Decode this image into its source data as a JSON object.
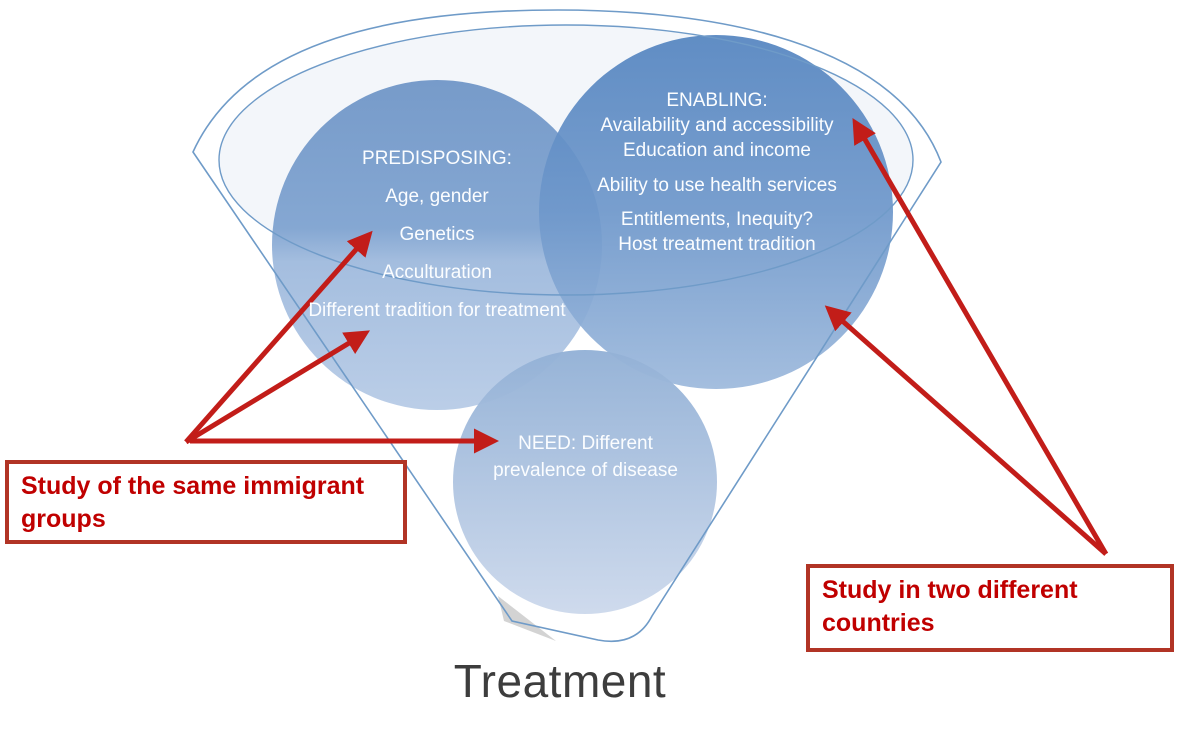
{
  "diagram": {
    "bottom_label": "Treatment",
    "circles": {
      "predisposing": {
        "lines": [
          "PREDISPOSING:",
          "Age, gender",
          "Genetics",
          "Acculturation",
          "Different tradition for treatment"
        ]
      },
      "enabling": {
        "lines": [
          "ENABLING:",
          "Availability and accessibility",
          "Education and income",
          "Ability to use health services",
          "Entitlements, Inequity?",
          "Host treatment tradition"
        ]
      },
      "need": {
        "lines": [
          "NEED: Different prevalence of disease"
        ]
      }
    },
    "callouts": {
      "left": "Study of the same immigrant groups",
      "right": "Study in two different countries"
    },
    "colors": {
      "arrow_red": "#c21d19",
      "callout_border": "#b13425",
      "callout_text": "#c00000",
      "funnel_stroke": "#6f9bc8",
      "circle_dark_blue": "#5585c0",
      "circle_mid_blue": "#7096c7",
      "circle_light_blue": "#cdd9ec",
      "circle_text": "#fbfdff",
      "title_text": "#3d3d3d"
    }
  }
}
